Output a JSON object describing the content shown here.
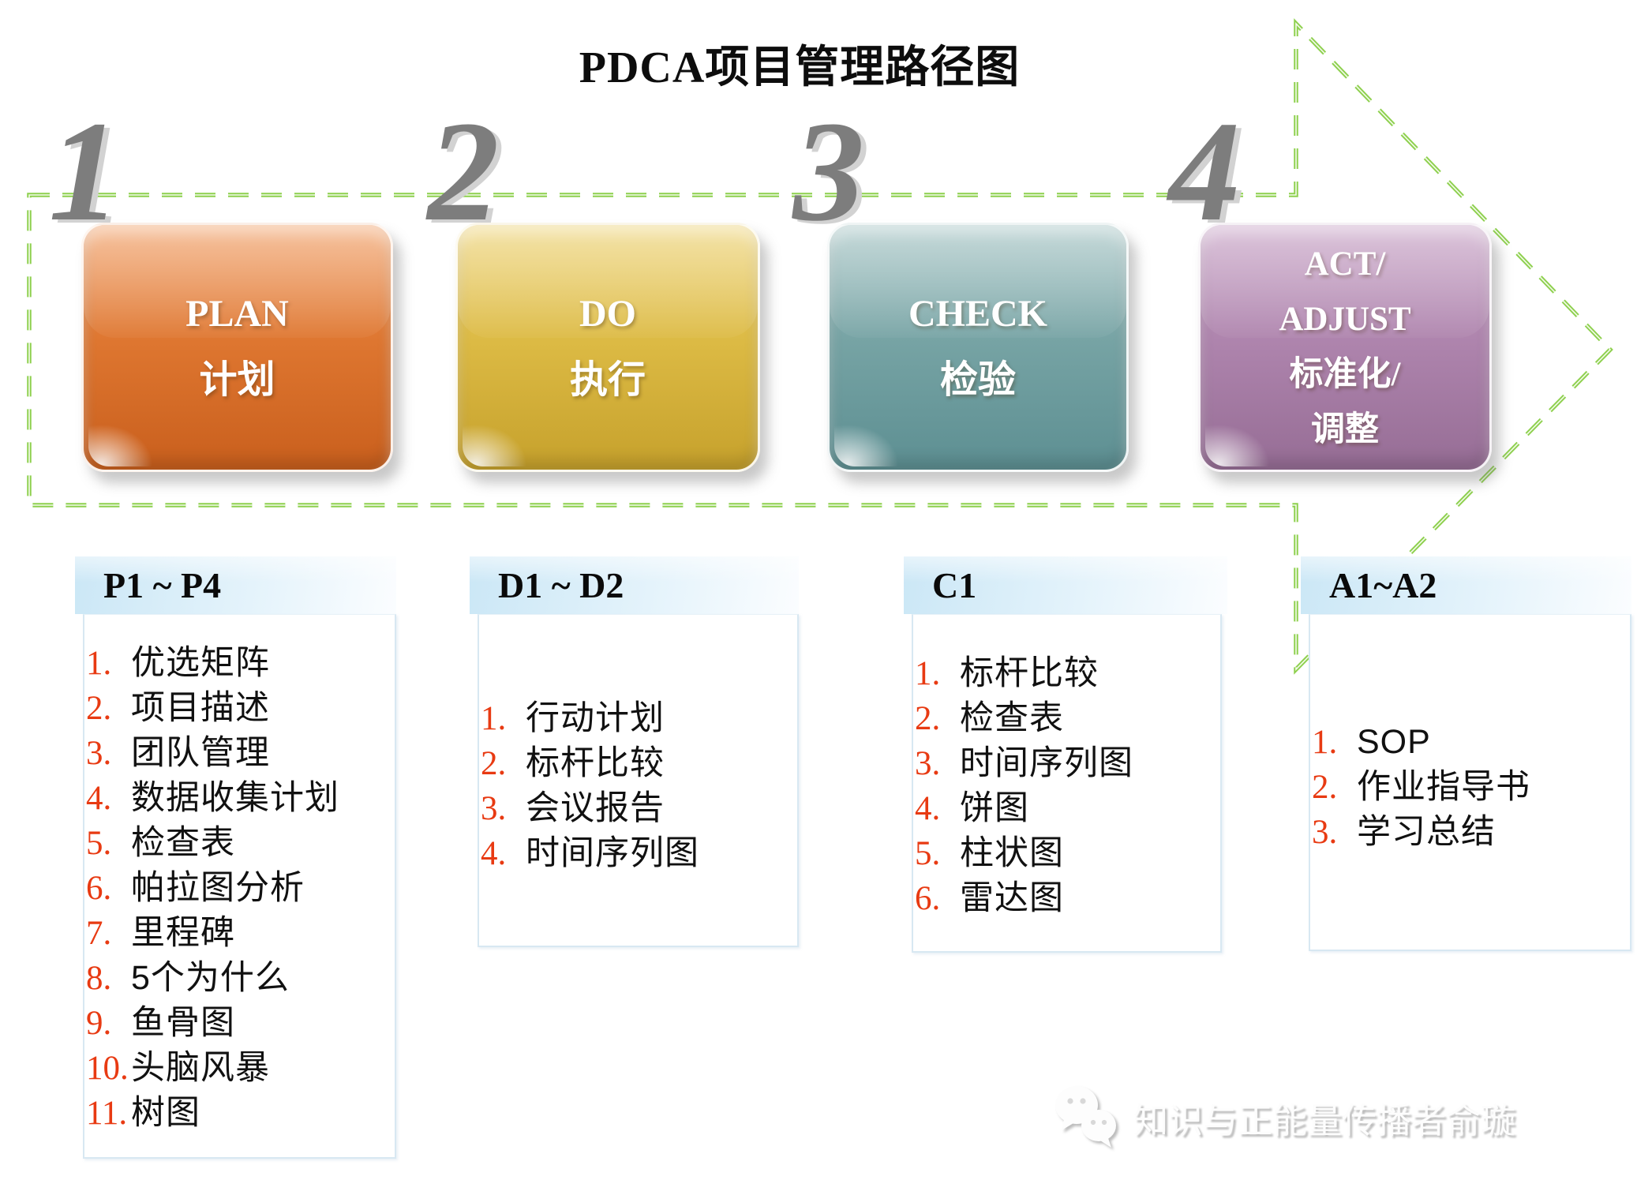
{
  "title": "PDCA项目管理路径图",
  "steps": [
    {
      "number": "1",
      "lines": [
        "PLAN",
        "计划"
      ],
      "color_light": "#f09a5e",
      "color_main": "#de7630",
      "color_dark": "#c95f1d"
    },
    {
      "number": "2",
      "lines": [
        "DO",
        "执行"
      ],
      "color_light": "#ecd06e",
      "color_main": "#dcba44",
      "color_dark": "#c6a12c"
    },
    {
      "number": "3",
      "lines": [
        "CHECK",
        "检验"
      ],
      "color_light": "#9fc0c0",
      "color_main": "#76a3a4",
      "color_dark": "#5d8f92"
    },
    {
      "number": "4",
      "lines": [
        "ACT/",
        "ADJUST",
        "标准化/",
        "调整"
      ],
      "color_light": "#c49dc2",
      "color_main": "#ae84ad",
      "color_dark": "#966d95"
    }
  ],
  "panels": [
    {
      "header": "P1 ~ P4",
      "items": [
        "优选矩阵",
        "项目描述",
        "团队管理",
        "数据收集计划",
        "检查表",
        "帕拉图分析",
        "里程碑",
        "5个为什么",
        "鱼骨图",
        "头脑风暴",
        "树图"
      ]
    },
    {
      "header": "D1 ~ D2",
      "items": [
        "行动计划",
        "标杆比较",
        "会议报告",
        "时间序列图"
      ]
    },
    {
      "header": "C1",
      "items": [
        "标杆比较",
        "检查表",
        "时间序列图",
        "饼图",
        "柱状图",
        "雷达图"
      ]
    },
    {
      "header": "A1~A2",
      "items": [
        "SOP",
        "作业指导书",
        "学习总结"
      ]
    }
  ],
  "watermark": {
    "text": "知识与正能量传播者俞璇",
    "icon": "wechat-icon"
  },
  "colors": {
    "arrow_dash_green": "#8ed04e",
    "list_number_red": "#e83a12",
    "panel_header_blue": "#cbe7f6",
    "step_number_gray": "#7d7d7d",
    "title_black": "#0d0d0d"
  }
}
